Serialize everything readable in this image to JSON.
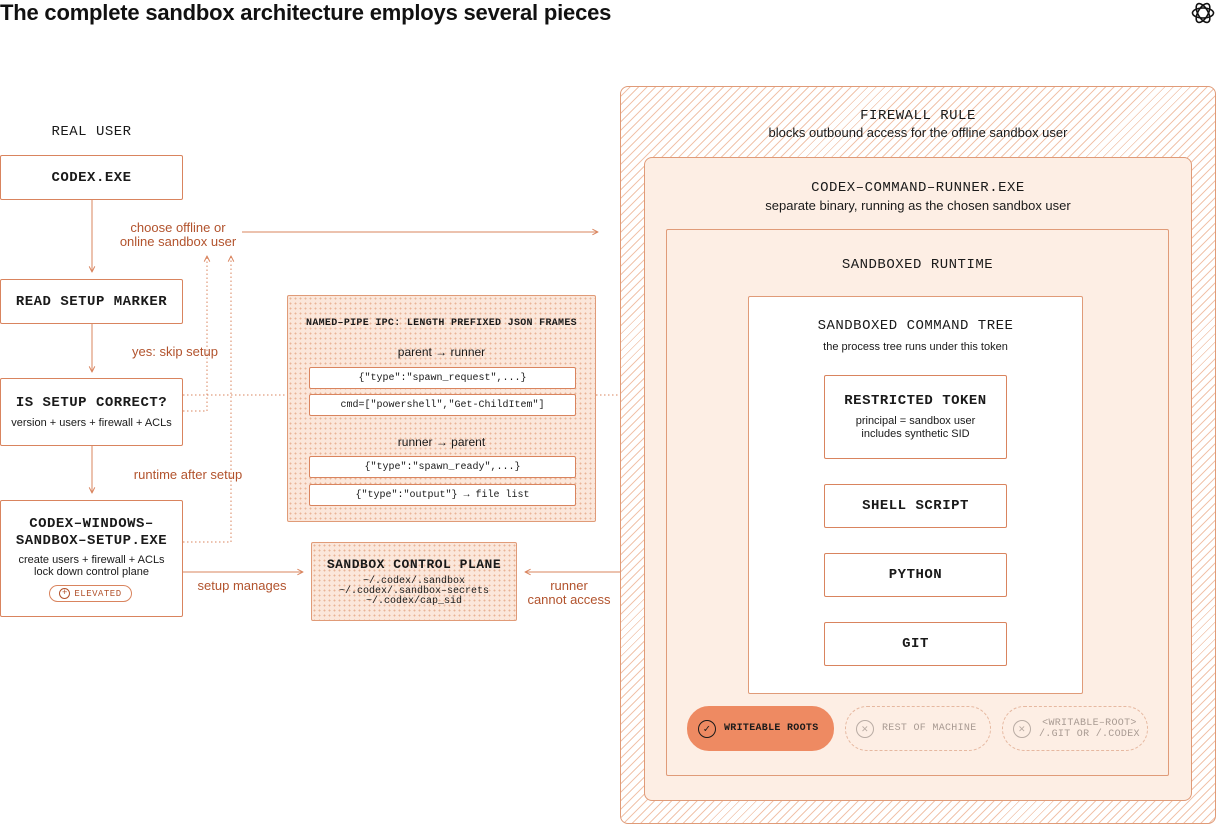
{
  "title": "The complete sandbox architecture employs several pieces",
  "logo_icon": "openai-logo",
  "colors": {
    "accent": "#d9845e",
    "label": "#b2532d",
    "fill": "#fdeee4",
    "highlight": "#ee8a62"
  },
  "left": {
    "real_user": "REAL USER",
    "codex_exe": "CODEX.EXE",
    "read_marker": "READ SETUP MARKER",
    "is_setup": {
      "title": "IS SETUP CORRECT?",
      "sub": "version + users + firewall + ACLs"
    },
    "setup_exe": {
      "title1": "CODEX–WINDOWS–",
      "title2": "SANDBOX–SETUP.EXE",
      "sub1": "create users + firewall + ACLs",
      "sub2": "lock down control plane",
      "badge": "ELEVATED"
    }
  },
  "edges": {
    "choose1": "choose offline or",
    "choose2": "online sandbox user",
    "skip": "yes: skip setup",
    "runtime_after": "runtime after setup",
    "setup_manages": "setup manages",
    "runner1": "runner",
    "runner2": "cannot access"
  },
  "ipc": {
    "title": "NAMED–PIPE IPC: LENGTH PREFIXED JSON FRAMES",
    "p2r": "parent → runner",
    "frame1": "{\"type\":\"spawn_request\",...}",
    "frame2": "cmd=[\"powershell\",\"Get-ChildItem\"]",
    "r2p": "runner → parent",
    "frame3": "{\"type\":\"spawn_ready\",...}",
    "frame4": "{\"type\":\"output\"} → file list"
  },
  "control_plane": {
    "title": "SANDBOX CONTROL PLANE",
    "path1": "~/.codex/.sandbox",
    "path2": "~/.codex/.sandbox–secrets",
    "path3": "~/.codex/cap_sid"
  },
  "firewall": {
    "title": "FIREWALL RULE",
    "sub": "blocks outbound access for the offline sandbox user"
  },
  "runner": {
    "title": "CODEX–COMMAND–RUNNER.EXE",
    "sub": "separate binary, running as the chosen sandbox user"
  },
  "runtime": {
    "title": "SANDBOXED RUNTIME"
  },
  "tree": {
    "title": "SANDBOXED COMMAND TREE",
    "sub": "the process tree runs under this token",
    "token_title": "RESTRICTED TOKEN",
    "token_sub1": "principal = sandbox user",
    "token_sub2": "includes synthetic SID",
    "shell": "SHELL SCRIPT",
    "python": "PYTHON",
    "git": "GIT"
  },
  "pills": {
    "writeable": "WRITEABLE ROOTS",
    "rest": "REST OF MACHINE",
    "git1": "<WRITABLE–ROOT>",
    "git2": "/.GIT OR /.CODEX"
  }
}
